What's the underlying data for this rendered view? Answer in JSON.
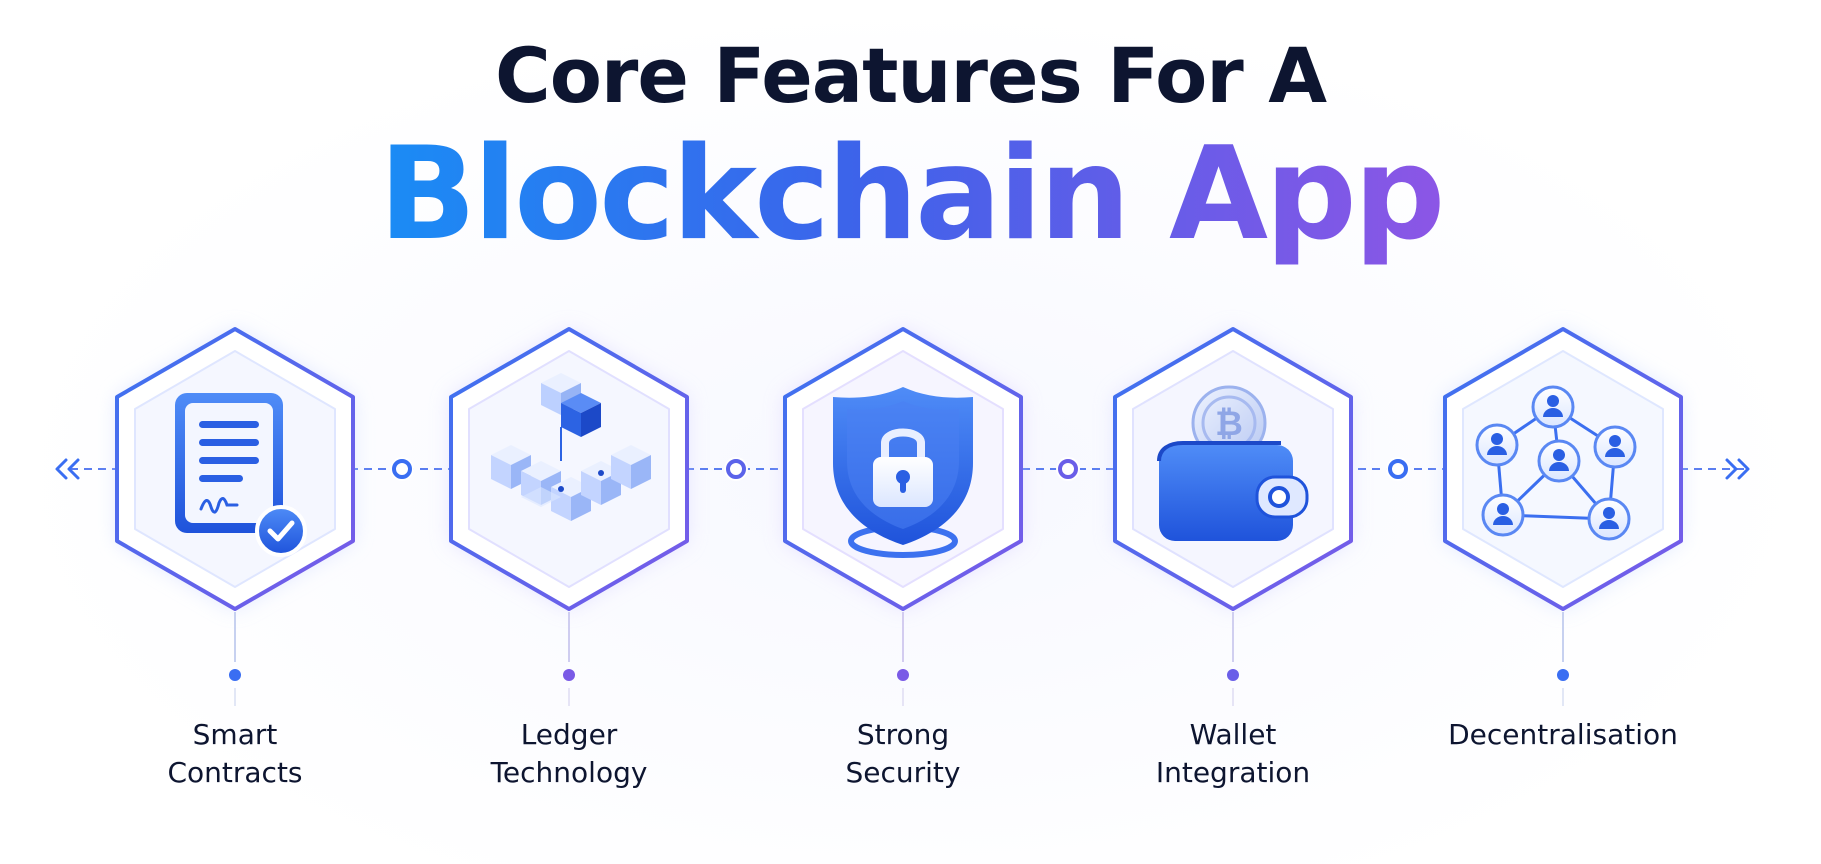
{
  "title": {
    "line1": "Core Features For A",
    "line2": "Blockchain App"
  },
  "colors": {
    "title_dark": "#0d1530",
    "gradient_start": "#1a8cf5",
    "gradient_mid": "#3d63ea",
    "gradient_end": "#8c56e6",
    "connector_blue": "#3a6ef2",
    "connector_purple": "#7a5ae6"
  },
  "features": [
    {
      "label_line1": "Smart",
      "label_line2": "Contracts",
      "icon": "smart-contract-icon"
    },
    {
      "label_line1": "Ledger",
      "label_line2": "Technology",
      "icon": "ledger-blocks-icon"
    },
    {
      "label_line1": "Strong",
      "label_line2": "Security",
      "icon": "shield-lock-icon"
    },
    {
      "label_line1": "Wallet",
      "label_line2": "Integration",
      "icon": "wallet-bitcoin-icon"
    },
    {
      "label_line1": "Decentralisation",
      "label_line2": "",
      "icon": "network-users-icon"
    }
  ],
  "connectors": {
    "left_arrow_icon": "double-chevron-left-icon",
    "right_arrow_icon": "double-chevron-right-icon",
    "node_icon": "ring-node-icon"
  }
}
